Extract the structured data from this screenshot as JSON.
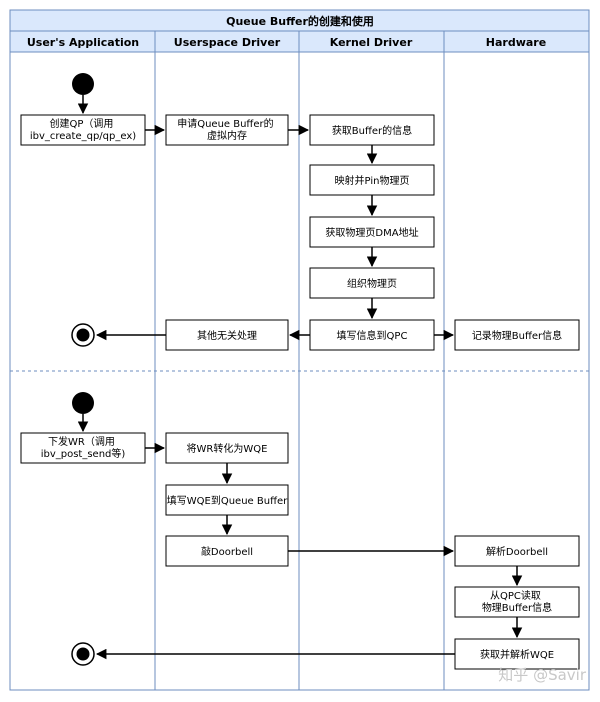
{
  "title": "Queue Buffer的创建和使用",
  "lanes": [
    {
      "key": "app",
      "label": "User's Application"
    },
    {
      "key": "user",
      "label": "Userspace Driver"
    },
    {
      "key": "kernel",
      "label": "Kernel Driver"
    },
    {
      "key": "hw",
      "label": "Hardware"
    }
  ],
  "section1": {
    "app_create_qp": [
      "创建QP（调用",
      "ibv_create_qp/qp_ex)"
    ],
    "user_alloc": [
      "申请Queue Buffer的",
      "虚拟内存"
    ],
    "kernel_get_info": "获取Buffer的信息",
    "kernel_map": "映射并Pin物理页",
    "kernel_dma": "获取物理页DMA地址",
    "kernel_org": "组织物理页",
    "kernel_fill_qpc": "填写信息到QPC",
    "user_other": "其他无关处理",
    "hw_record": "记录物理Buffer信息"
  },
  "section2": {
    "app_post_wr": [
      "下发WR（调用",
      "ibv_post_send等)"
    ],
    "user_convert": "将WR转化为WQE",
    "user_fill_wqe": "填写WQE到Queue Buffer",
    "user_doorbell": "敲Doorbell",
    "hw_parse_db": "解析Doorbell",
    "hw_read_qpc": [
      "从QPC读取",
      "物理Buffer信息"
    ],
    "hw_fetch_wqe": "获取并解析WQE"
  },
  "watermark": "知乎 @Savir",
  "colors": {
    "header_fill": "#dae8fc",
    "lane_border": "#6c8ebf",
    "box_border": "#000000",
    "divider": "#6c8ebf"
  }
}
